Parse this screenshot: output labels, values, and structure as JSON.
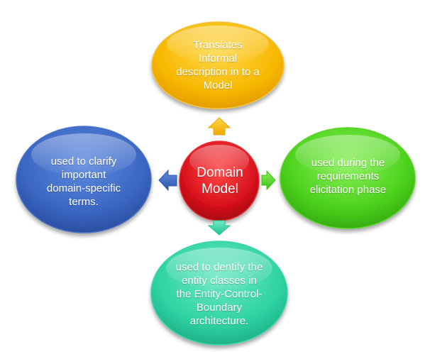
{
  "diagram": {
    "center": {
      "label": "Domain\nModel",
      "color": "#d8121c"
    },
    "nodes": {
      "top": {
        "label": "Translates\nInformal\ndescription in to a\nModel",
        "color": "#f5b400"
      },
      "left": {
        "label": "used to clarify\nimportant\ndomain-specific\nterms.",
        "color": "#3a66c2"
      },
      "right": {
        "label": "used during the\nrequirements\nelicitation phase",
        "color": "#4cd11c"
      },
      "bottom": {
        "label": "used to dentify the\nentity classes in\nthe Entity-Control-\nBoundary\narchitecture.",
        "color": "#2ed3a2"
      }
    }
  }
}
